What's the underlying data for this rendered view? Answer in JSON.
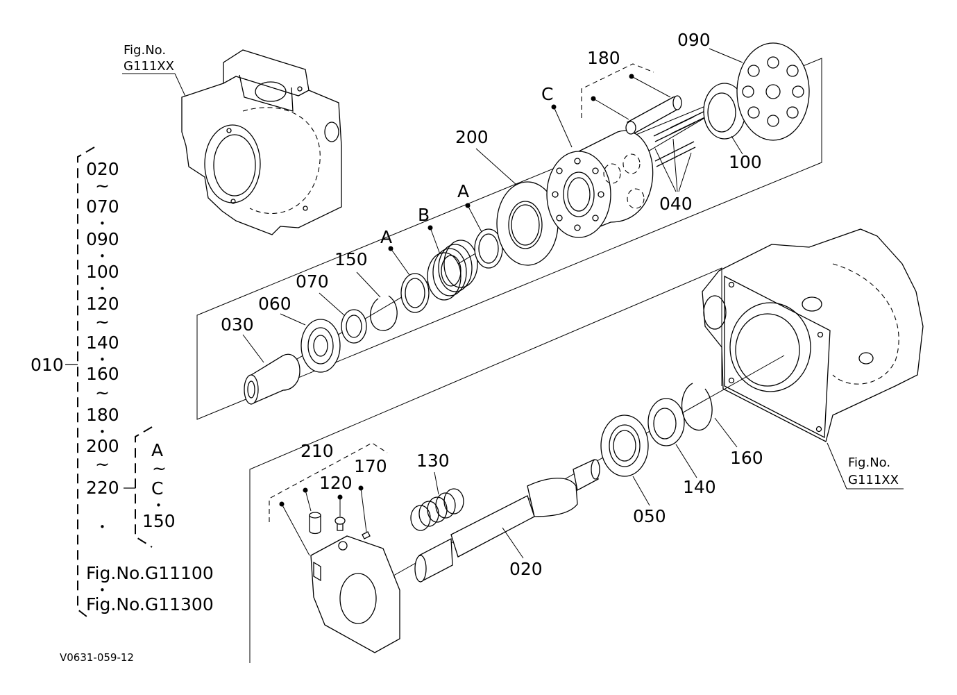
{
  "diagram": {
    "code": "V0631-059-12",
    "fig_refs": {
      "top": {
        "line1": "Fig.No.",
        "line2": "G111XX"
      },
      "right": {
        "line1": "Fig.No.",
        "line2": "G111XX"
      }
    },
    "callouts": {
      "p020": "020",
      "p030": "030",
      "p040": "040",
      "p050": "050",
      "p060": "060",
      "p070": "070",
      "p090": "090",
      "p100": "100",
      "p120": "120",
      "p130": "130",
      "p140": "140",
      "p150": "150",
      "p160": "160",
      "p170": "170",
      "p180": "180",
      "p200": "200",
      "p210": "210",
      "a1": "A",
      "a2": "A",
      "b": "B",
      "c": "C"
    },
    "legend": {
      "assembly": "010",
      "items": [
        "020",
        "~",
        "070",
        "•",
        "090",
        "•",
        "100",
        "•",
        "120",
        "~",
        "140",
        "•",
        "160",
        "~",
        "180",
        "•",
        "200",
        "~",
        "220"
      ],
      "sub_items": [
        "A",
        "~",
        "C",
        "•",
        "150"
      ],
      "extra_dot": "•",
      "fig1": "Fig.No.G11100",
      "sep": "•",
      "fig2": "Fig.No.G11300"
    }
  }
}
